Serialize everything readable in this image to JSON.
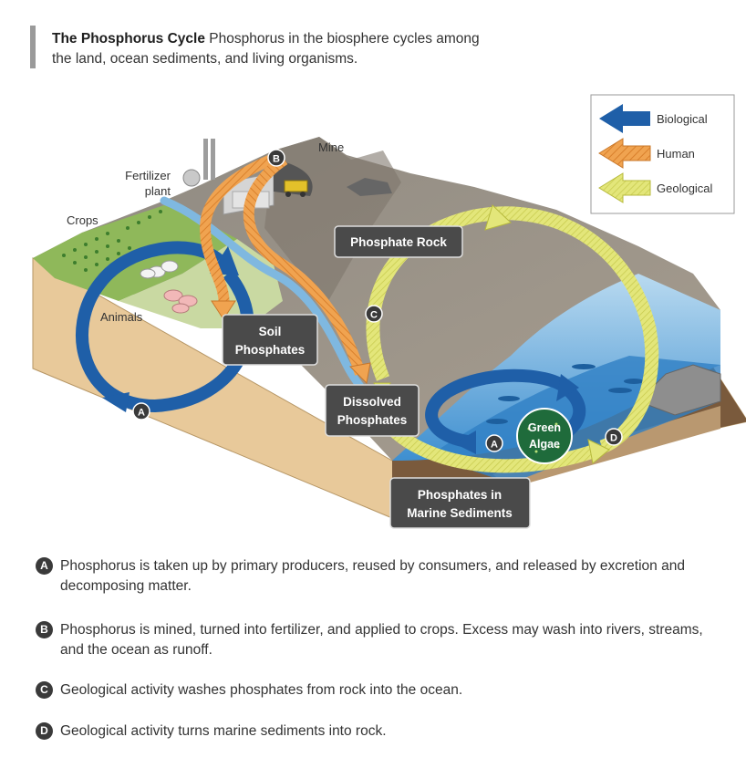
{
  "header": {
    "title": "The Phosphorus Cycle",
    "description": "Phosphorus in the biosphere cycles among the land, ocean sediments, and living organisms."
  },
  "legend": {
    "items": [
      {
        "label": "Biological",
        "color": "#1f5fa8"
      },
      {
        "label": "Human",
        "color": "#f0a350"
      },
      {
        "label": "Geological",
        "color": "#d8dc6a"
      }
    ]
  },
  "diagram": {
    "labels": {
      "mine": "Mine",
      "fertilizer_plant_1": "Fertilizer",
      "fertilizer_plant_2": "plant",
      "crops": "Crops",
      "animals": "Animals"
    },
    "boxes": {
      "phosphate_rock": "Phosphate Rock",
      "soil_1": "Soil",
      "soil_2": "Phosphates",
      "dissolved_1": "Dissolved",
      "dissolved_2": "Phosphates",
      "marine_1": "Phosphates in",
      "marine_2": "Marine Sediments"
    },
    "algae_1": "Green",
    "algae_2": "Algae",
    "markers": {
      "a": "A",
      "b": "B",
      "c": "C",
      "d": "D"
    }
  },
  "notes": [
    {
      "letter": "A",
      "text": "Phosphorus is taken up by primary producers, reused by consumers, and released by excretion and decomposing matter."
    },
    {
      "letter": "B",
      "text": "Phosphorus is mined, turned into fertilizer, and applied to crops. Excess may wash into rivers, streams, and the ocean as runoff."
    },
    {
      "letter": "C",
      "text": "Geological activity washes phosphates from rock into the ocean."
    },
    {
      "letter": "D",
      "text": "Geological activity turns marine sediments into rock."
    }
  ]
}
